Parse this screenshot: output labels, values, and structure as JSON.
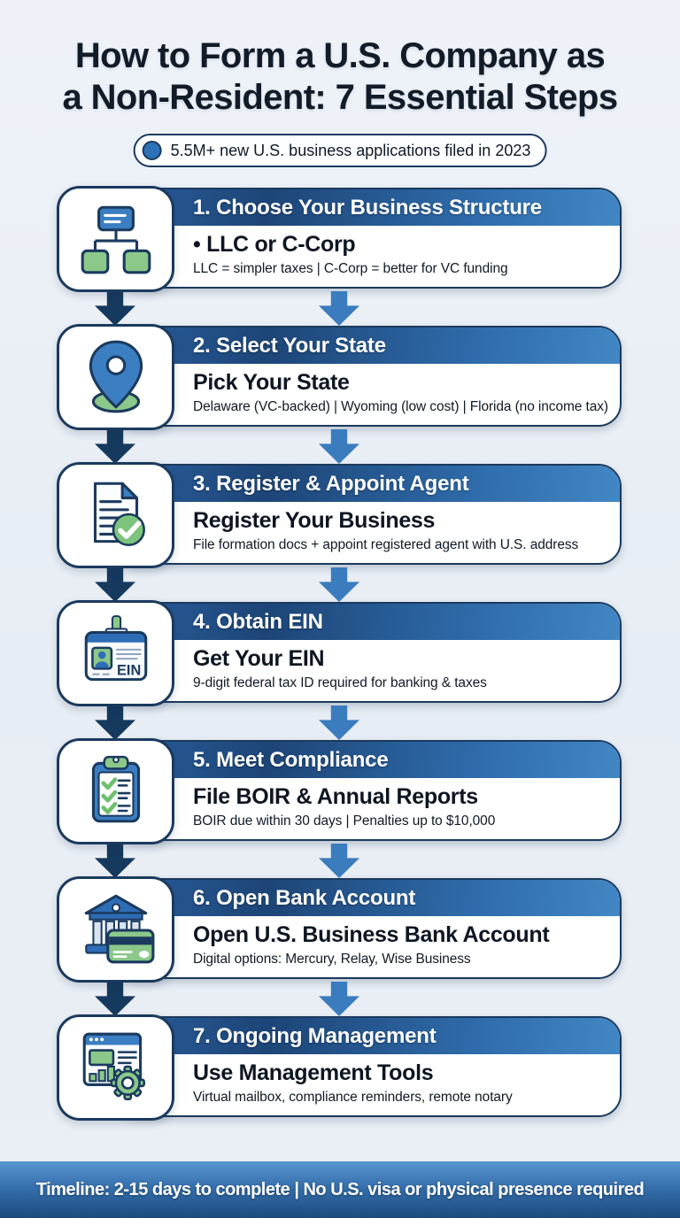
{
  "page": {
    "title_line1": "How to Form a U.S. Company as",
    "title_line2": "a Non-Resident: 7 Essential Steps",
    "badge_text": "5.5M+ new U.S. business applications filed in 2023",
    "footer_text": "Timeline: 2-15 days to complete | No U.S. visa or physical presence required"
  },
  "steps": [
    {
      "header": "1. Choose Your Business Structure",
      "subtitle": "• LLC or C-Corp",
      "description": "LLC = simpler taxes | C-Corp = better for VC funding",
      "icon": "org-chart-icon"
    },
    {
      "header": "2. Select Your State",
      "subtitle": "Pick Your State",
      "description": "Delaware (VC-backed) | Wyoming (low cost) | Florida (no income tax)",
      "icon": "location-pin-icon"
    },
    {
      "header": "3. Register & Appoint Agent",
      "subtitle": "Register Your Business",
      "description": "File formation docs + appoint registered agent with U.S. address",
      "icon": "document-check-icon"
    },
    {
      "header": "4. Obtain EIN",
      "subtitle": "Get Your EIN",
      "description": "9-digit federal tax ID required for banking & taxes",
      "icon": "id-badge-icon",
      "icon_label": "EIN"
    },
    {
      "header": "5. Meet Compliance",
      "subtitle": "File BOIR & Annual Reports",
      "description": "BOIR due within 30 days | Penalties up to $10,000",
      "icon": "clipboard-checklist-icon"
    },
    {
      "header": "6. Open Bank Account",
      "subtitle": "Open U.S. Business Bank Account",
      "description": "Digital options: Mercury, Relay, Wise Business",
      "icon": "bank-card-icon"
    },
    {
      "header": "7. Ongoing Management",
      "subtitle": "Use Management Tools",
      "description": "Virtual mailbox, compliance reminders, remote notary",
      "icon": "dashboard-gear-icon"
    }
  ],
  "colors": {
    "navy_outline": "#1b3a5e",
    "band_gradient_dark": "#1d4577",
    "band_gradient_light": "#4287c5",
    "icon_blue": "#3b7ec2",
    "icon_green": "#8bc88a",
    "check_green": "#6fbf6f",
    "badge_dot_blue": "#2d72b8",
    "arrow_dark": "#16395e",
    "arrow_blue": "#3a7cbe",
    "footer_top": "#5a97d1",
    "footer_bottom": "#1d4b80",
    "background": "#eaeff5"
  }
}
